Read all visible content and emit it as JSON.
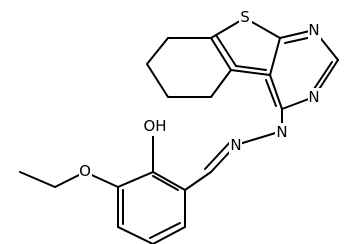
{
  "molecule": {
    "atoms": [
      {
        "id": "S1",
        "text": "S"
      },
      {
        "id": "N1",
        "text": "N"
      },
      {
        "id": "N2",
        "text": "N"
      },
      {
        "id": "N3",
        "text": "N"
      },
      {
        "id": "N4",
        "text": "N"
      },
      {
        "id": "O1",
        "text": "OH"
      },
      {
        "id": "O2",
        "text": "O"
      }
    ]
  }
}
